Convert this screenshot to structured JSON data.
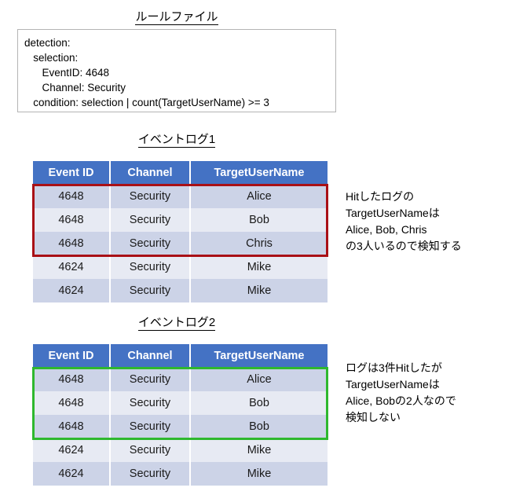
{
  "rule_section": {
    "title": "ルールファイル",
    "lines": [
      "detection:",
      "   selection:",
      "      EventID: 4648",
      "      Channel: Security",
      "   condition: selection | count(TargetUserName) >= 3"
    ]
  },
  "columns": [
    "Event ID",
    "Channel",
    "TargetUserName"
  ],
  "log1": {
    "title": "イベントログ1",
    "rows": [
      [
        "4648",
        "Security",
        "Alice"
      ],
      [
        "4648",
        "Security",
        "Bob"
      ],
      [
        "4648",
        "Security",
        "Chris"
      ],
      [
        "4624",
        "Security",
        "Mike"
      ],
      [
        "4624",
        "Security",
        "Mike"
      ]
    ],
    "highlight_color": "#a91016",
    "note": "Hitしたログの\nTargetUserNameは\nAlice, Bob, Chris\nの3人いるので検知する"
  },
  "log2": {
    "title": "イベントログ2",
    "rows": [
      [
        "4648",
        "Security",
        "Alice"
      ],
      [
        "4648",
        "Security",
        "Bob"
      ],
      [
        "4648",
        "Security",
        "Bob"
      ],
      [
        "4624",
        "Security",
        "Mike"
      ],
      [
        "4624",
        "Security",
        "Mike"
      ]
    ],
    "highlight_color": "#2eb82e",
    "note": "ログは3件Hitしたが\nTargetUserNameは\nAlice, Bobの2人なので\n検知しない"
  },
  "theme": {
    "header_blue": "#4472c4",
    "row_band_a": "#ccd3e7",
    "row_band_b": "#e7eaf3",
    "box_border": "#b4b4b4"
  }
}
